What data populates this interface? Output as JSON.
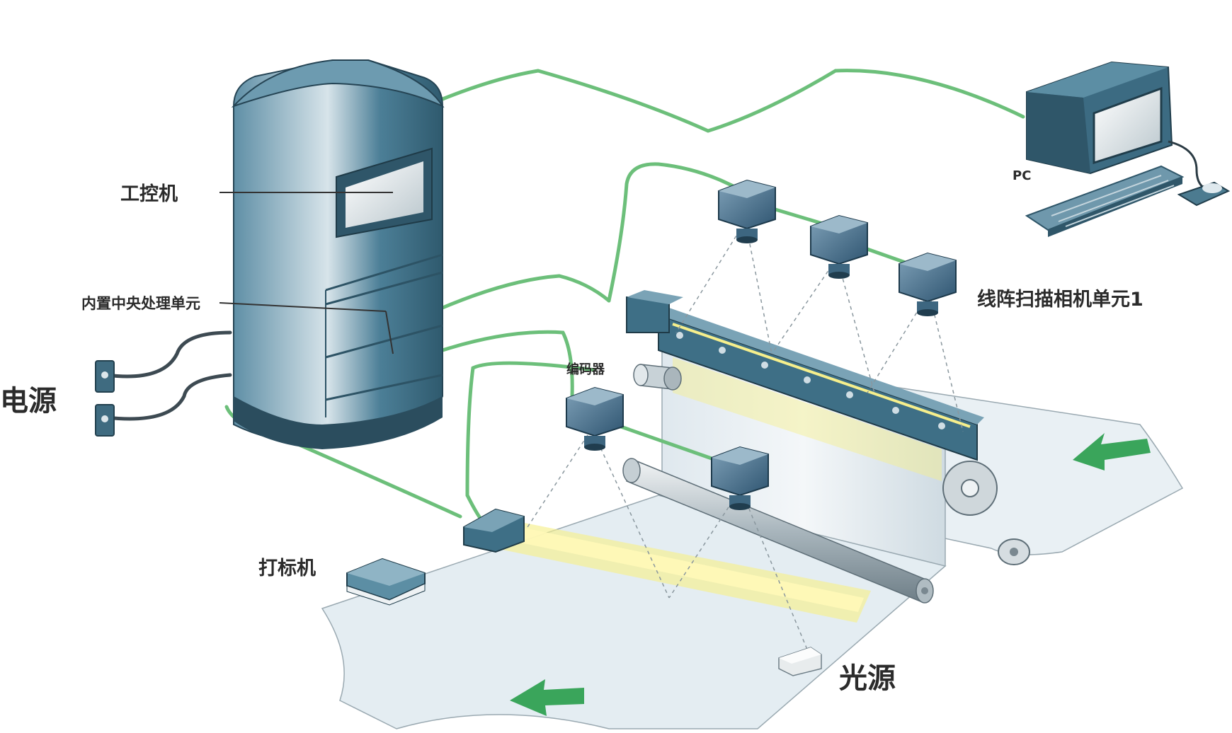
{
  "labels": {
    "ipc": "工控机",
    "cpu": "内置中央处理单元",
    "power": "电源",
    "pc": "PC",
    "encoder": "编码器",
    "camera_unit": "线阵扫描相机单元1",
    "marker": "打标机",
    "light": "光源"
  },
  "colors": {
    "cable": "#6cbf7a",
    "cable_dark": "#3f9b54",
    "cabinet": "#3e6f86",
    "web": "#e6eef2",
    "arrow": "#3aa55b",
    "light_glow": "#f6ef8c"
  },
  "icons": [
    "industrial-pc-cabinet",
    "pc-monitor-icon",
    "keyboard-icon",
    "mouse-icon",
    "power-socket-icon",
    "line-scan-camera-icon",
    "encoder-icon",
    "marking-machine-icon",
    "light-source-icon",
    "flow-arrow-icon"
  ]
}
